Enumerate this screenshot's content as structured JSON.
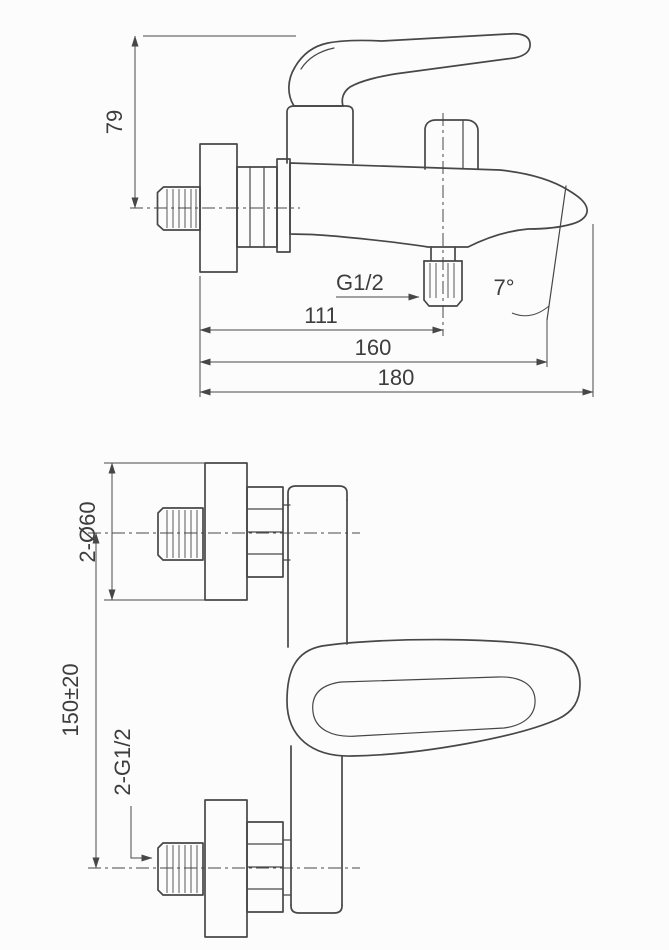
{
  "drawing": {
    "background_color": "#fcfcfc",
    "line_color": "#474747",
    "text_color": "#3d3d3d",
    "side_view": {
      "dim_height": "79",
      "dim_outlet_thread": "G1/2",
      "dim_outlet_offset": "111",
      "dim_spout_length": "160",
      "dim_overall_length": "180",
      "dim_spout_angle": "7°"
    },
    "front_view": {
      "dim_flange_diameter": "2-Ø60",
      "dim_inlet_centers": "150±20",
      "dim_inlet_thread": "2-G1/2"
    }
  }
}
